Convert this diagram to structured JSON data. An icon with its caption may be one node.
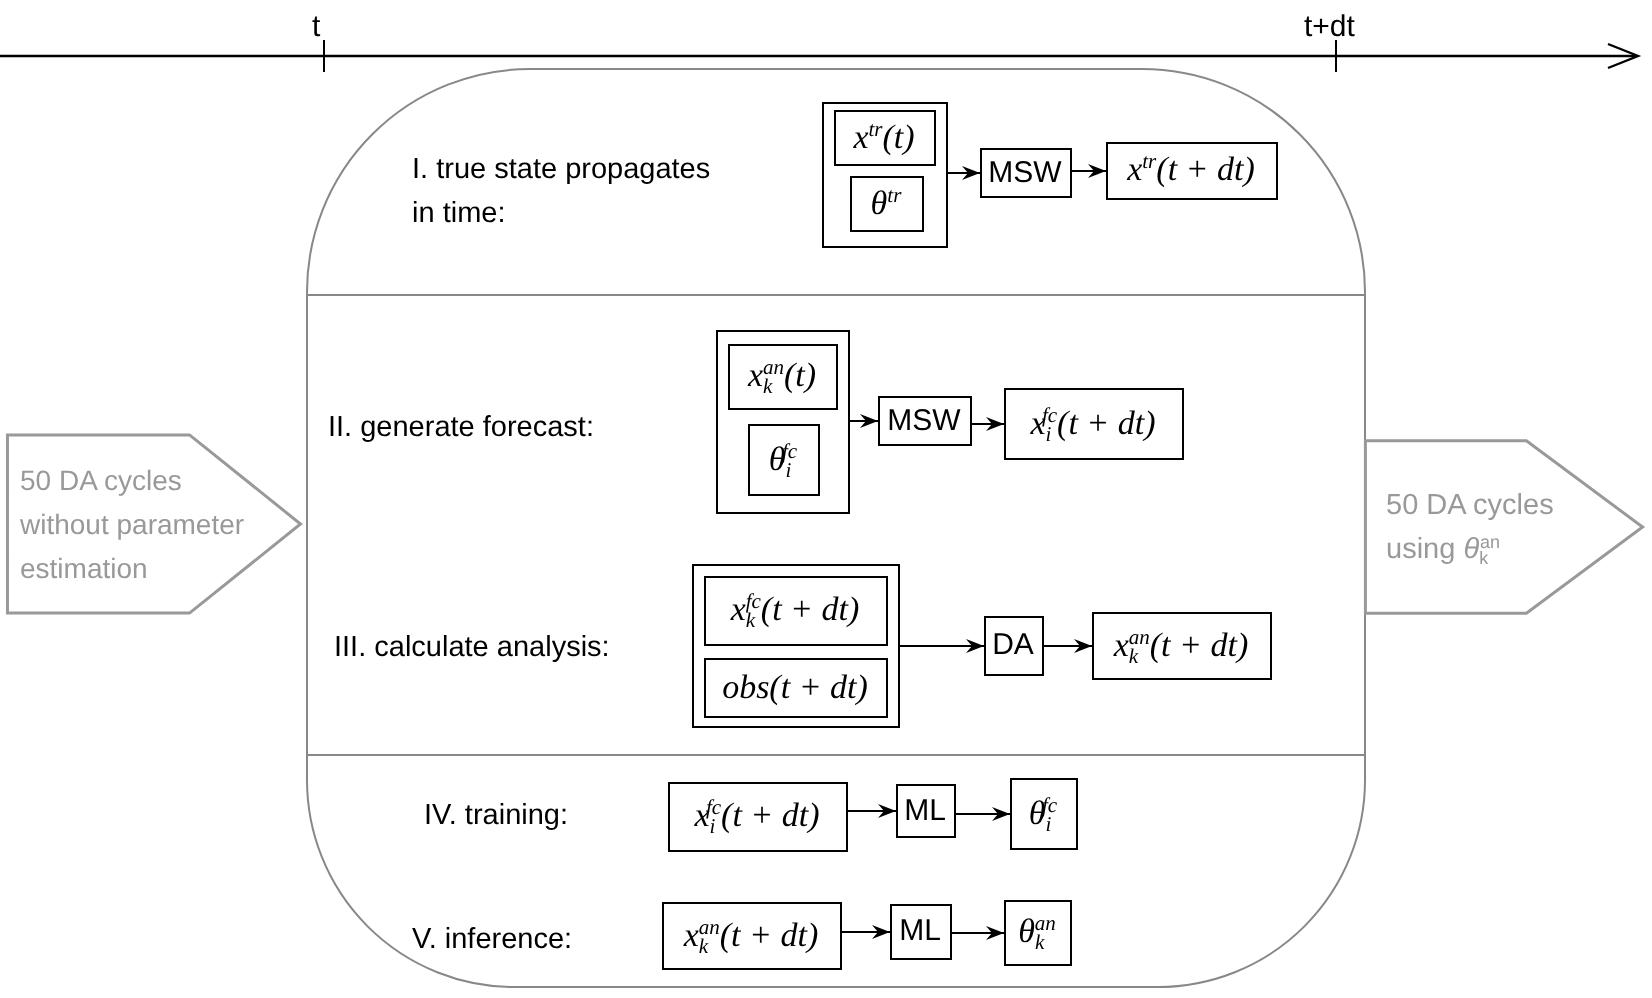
{
  "diagram": {
    "nodes": [
      {
        "text": [],
        "shape": "box"
      },
      {
        "text": [],
        "shape": "box",
        "in": 0
      },
      {
        "text": [
          "x$^{tr}$(t)"
        ],
        "in": 1
      },
      {
        "text": [
          "θ$^{tr}$"
        ],
        "in": 1
      },
      {
        "text": [
          "MSW"
        ],
        "in": 0
      },
      {
        "text": [
          "x$^{tr}$(t + dt)"
        ],
        "in": 0
      },
      {
        "text": [],
        "shape": "box",
        "in": 0
      },
      {
        "text": [
          "x$_{k}$$^{an}$(t)"
        ],
        "in": 6
      },
      {
        "text": [
          "θ$_{i}$$^{fc}$"
        ],
        "in": 6
      },
      {
        "text": [
          "MSW"
        ],
        "in": 0
      },
      {
        "text": [
          "x$_{i}$$^{fc}$(t + dt)"
        ],
        "in": 0
      },
      {
        "text": [],
        "shape": "box",
        "in": 0
      },
      {
        "text": [
          "x$_{k}$$^{fc}$(t + dt)"
        ],
        "in": 11
      },
      {
        "text": [
          "obs(t + dt)"
        ],
        "in": 11
      },
      {
        "text": [
          "DA"
        ],
        "in": 0
      },
      {
        "text": [
          "x$_{k}$$^{an}$(t + dt)"
        ],
        "in": 0
      },
      {
        "text": [
          "x$_{i}$$^{fc}$(t + dt)"
        ],
        "in": 0
      },
      {
        "text": [
          "ML"
        ],
        "in": 0
      },
      {
        "text": [
          "θ$_{i}$$^{fc}$"
        ],
        "in": 0
      },
      {
        "text": [
          "x$_{k}$$^{an}$(t + dt)"
        ],
        "in": 0
      },
      {
        "text": [
          "ML"
        ],
        "in": 0
      },
      {
        "text": [
          "θ$_{k}$$^{an}$"
        ],
        "in": 0
      },
      {
        "text": [
          "50 DA cycles without parameter estimation"
        ]
      },
      {
        "text": [
          "50 DA cycles using *θ*$_{k}$$^{an}$"
        ]
      }
    ],
    "edges": [
      {
        "from": 1,
        "to": 4,
        "arrow": "to"
      },
      {
        "from": 4,
        "to": 5,
        "arrow": "to"
      },
      {
        "from": 6,
        "to": 9,
        "arrow": "to"
      },
      {
        "from": 9,
        "to": 10,
        "arrow": "to"
      },
      {
        "from": 11,
        "to": 14,
        "arrow": "to"
      },
      {
        "from": 14,
        "to": 15,
        "arrow": "to"
      },
      {
        "from": 16,
        "to": 17,
        "arrow": "to"
      },
      {
        "from": 17,
        "to": 18,
        "arrow": "to"
      },
      {
        "from": 19,
        "to": 20,
        "arrow": "to"
      },
      {
        "from": 20,
        "to": 21,
        "arrow": "to"
      }
    ],
    "labels": [
      "t",
      "t+dt",
      "I. true state propagates in time:",
      "II. generate forecast:",
      "III. calculate analysis:",
      "IV. training:",
      "V. inference:"
    ]
  }
}
